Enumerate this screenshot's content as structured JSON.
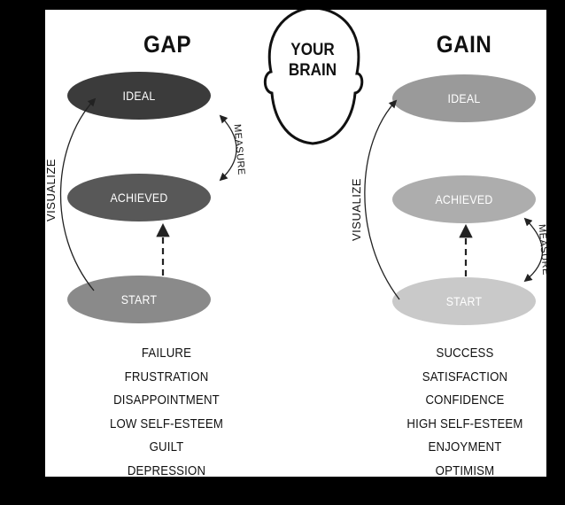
{
  "brain": {
    "line1": "YOUR",
    "line2": "BRAIN"
  },
  "gap": {
    "title": "GAP",
    "nodes": {
      "ideal": "IDEAL",
      "achieved": "ACHIEVED",
      "start": "START"
    },
    "visualize_label": "VISUALIZE",
    "measure_label": "MEASURE",
    "words": [
      "FAILURE",
      "FRUSTRATION",
      "DISAPPOINTMENT",
      "LOW SELF-ESTEEM",
      "GUILT",
      "DEPRESSION"
    ],
    "colors": {
      "ideal": "#3b3b3b",
      "achieved": "#585858",
      "start": "#8a8a8a"
    }
  },
  "gain": {
    "title": "GAIN",
    "nodes": {
      "ideal": "IDEAL",
      "achieved": "ACHIEVED",
      "start": "START"
    },
    "visualize_label": "VISUALIZE",
    "measure_label": "MEASURE",
    "words": [
      "SUCCESS",
      "SATISFACTION",
      "CONFIDENCE",
      "HIGH SELF-ESTEEM",
      "ENJOYMENT",
      "OPTIMISM"
    ],
    "colors": {
      "ideal": "#9a9a9a",
      "achieved": "#adadad",
      "start": "#c9c9c9"
    }
  }
}
